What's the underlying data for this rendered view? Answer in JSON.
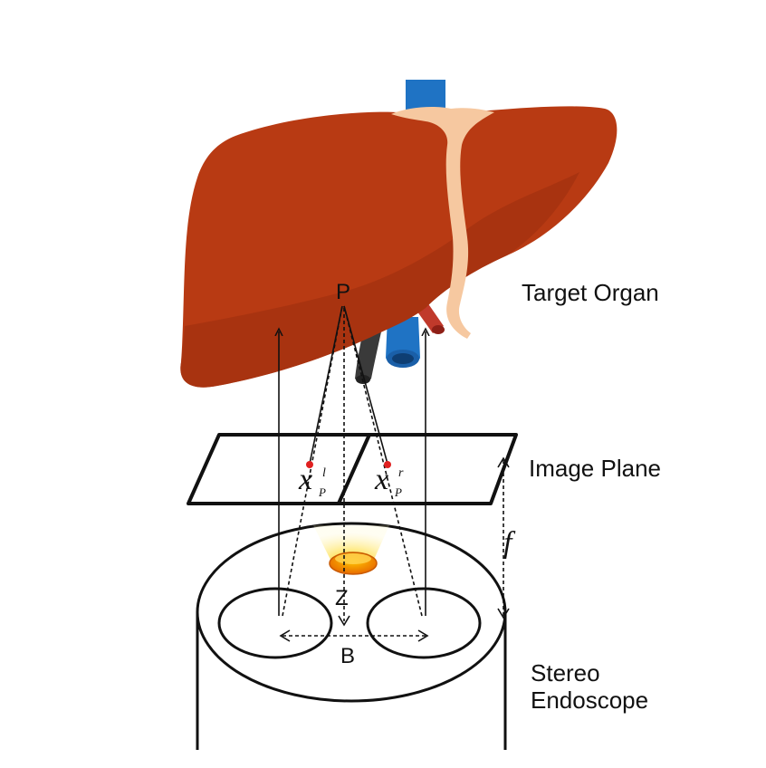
{
  "labels": {
    "target_organ": "Target Organ",
    "image_plane": "Image Plane",
    "stereo_line1": "Stereo",
    "stereo_line2": "Endoscope",
    "point_p": "P",
    "depth_z": "Z",
    "baseline_b": "B",
    "focal_f": "f",
    "x_left_main": "x",
    "x_left_sup": "l",
    "x_left_sub": "P",
    "x_right_main": "x",
    "x_right_sup": "r",
    "x_right_sub": "P"
  },
  "colors": {
    "liver": "#b83a13",
    "liver_shadow": "#a33210",
    "ligament": "#f6c8a0",
    "vessel_blue": "#1f73c4",
    "vessel_red": "#c0392b",
    "vessel_dark": "#3a3a3a",
    "point_red": "#e02020",
    "light_yellow": "#ffe680",
    "light_orange": "#f28a00",
    "line": "#111111"
  }
}
